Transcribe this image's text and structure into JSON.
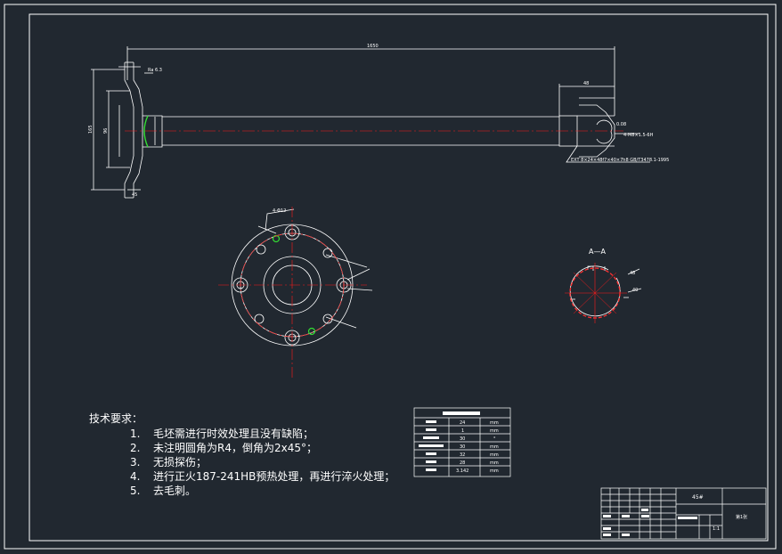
{
  "colors": {
    "background": "#212830",
    "line": "#ffffff",
    "center_line": "#ff1a1a",
    "highlight": "#33dd33",
    "hatch_red": "#ff3030"
  },
  "drawing": {
    "section_label": "A—A",
    "dimension_labels": {
      "overall_length": "1650",
      "end_len": "48",
      "tol": "0.08",
      "thread": "4-M8×1.5-6H",
      "rough": "Ra 6.3",
      "flange_d": "165",
      "flange_d2": "96",
      "flange_w": "45",
      "bolt": "4-Φ12",
      "spline_d": "48",
      "spline_d2": "40",
      "spline_w": "8"
    },
    "spline_note": "EXT 8×24×48f7×40×7h8 GB/T3478.1-1995"
  },
  "tech_requirements": {
    "title": "技术要求：",
    "items": [
      {
        "num": "1.",
        "text": "毛坯需进行时效处理且没有缺陷；"
      },
      {
        "num": "2.",
        "text": "未注明圆角为R4，倒角为2x45°；"
      },
      {
        "num": "3.",
        "text": "无损探伤；"
      },
      {
        "num": "4.",
        "text": "进行正火187-241HB预热处理，再进行淬火处理；"
      },
      {
        "num": "5.",
        "text": "去毛刺。"
      }
    ]
  },
  "param_table": {
    "rows": [
      {
        "value": "24",
        "unit": "mm"
      },
      {
        "value": "1",
        "unit": "mm"
      },
      {
        "value": "30",
        "unit": "°"
      },
      {
        "value": "30",
        "unit": "mm"
      },
      {
        "value": "32",
        "unit": "mm"
      },
      {
        "value": "28",
        "unit": "mm"
      },
      {
        "value": "3.142",
        "unit": "mm"
      }
    ]
  },
  "title_block": {
    "material": "45#",
    "scale": "1:1",
    "sheet": "第1张"
  }
}
